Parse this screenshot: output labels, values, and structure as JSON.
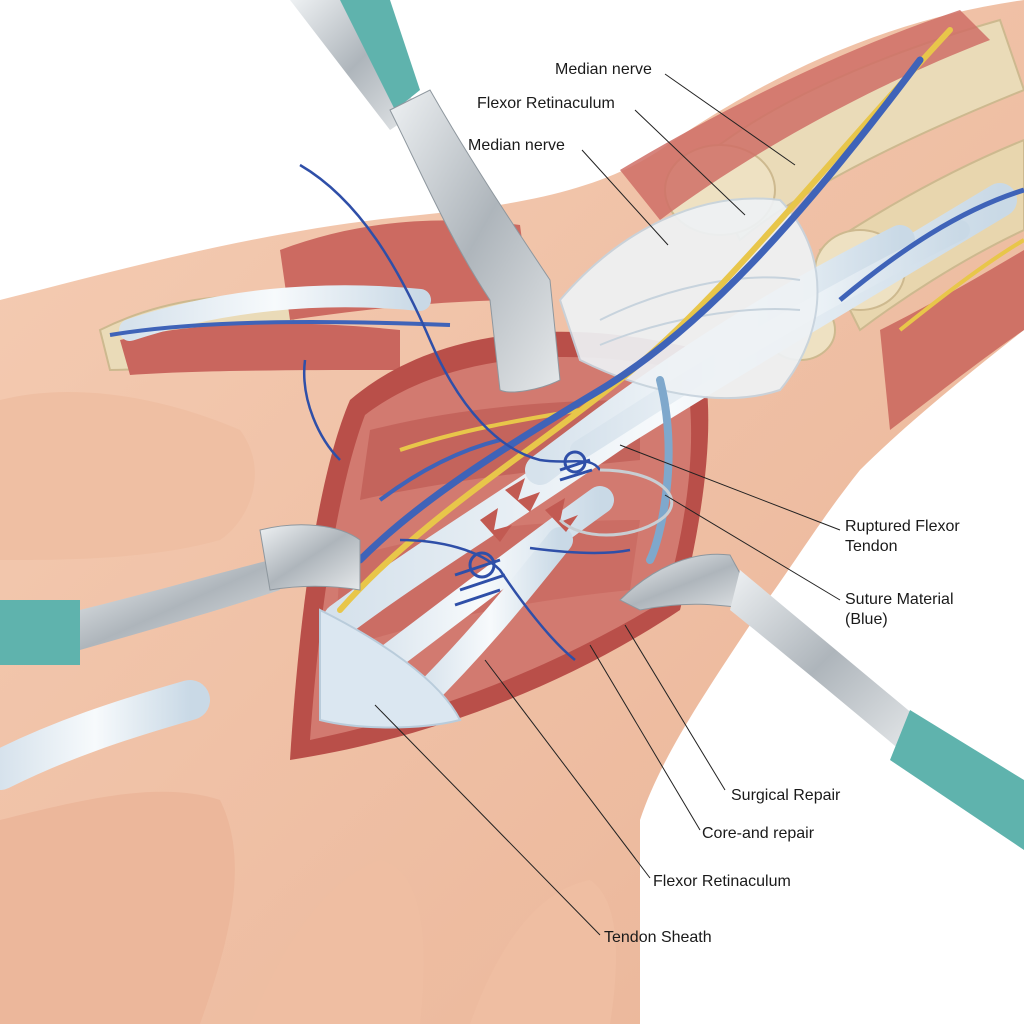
{
  "labels": {
    "median_nerve_top": "Median nerve",
    "flexor_retinaculum_top": "Flexor Retinaculum",
    "median_nerve_mid": "Median nerve",
    "ruptured_flexor_tendon_line1": "Ruptured Flexor",
    "ruptured_flexor_tendon_line2": "Tendon",
    "suture_material_line1": "Suture Material",
    "suture_material_line2": "(Blue)",
    "surgical_repair": "Surgical Repair",
    "core_and_repair": "Core-and  repair",
    "flexor_retinaculum_bottom": "Flexor Retinaculum",
    "tendon_sheath": "Tendon Sheath"
  },
  "colors": {
    "skin": "#f2c3a6",
    "muscle": "#cf6f66",
    "tendon": "#e4ecf2",
    "bone": "#eadbb8",
    "nerve": "#e8c64a",
    "vessel_blue": "#3f63b8",
    "suture": "#2f4fa8",
    "instrument_steel": "#b9c0c6",
    "instrument_handle": "#5fb3ad"
  }
}
